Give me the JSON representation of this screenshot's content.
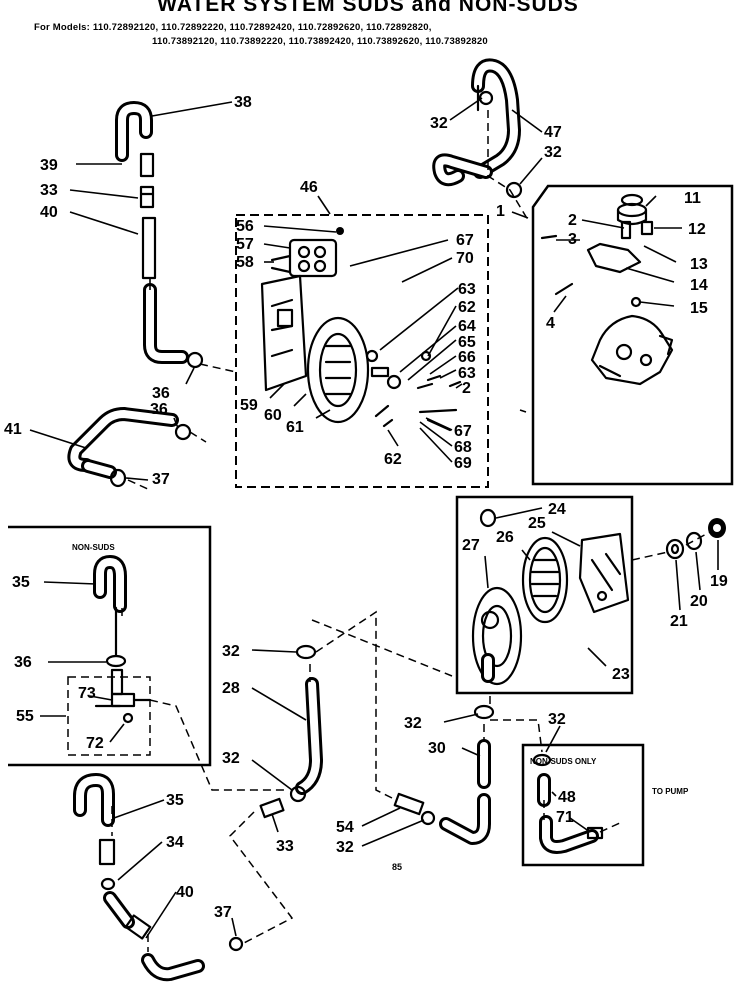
{
  "title": "WATER SYSTEM SUDS and NON-SUDS",
  "models_line1": "For Models: 110.72892120, 110.72892220, 110.72892420, 110.72892620, 110.72892820,",
  "models_line2": "110.73892120, 110.73892220, 110.73892420, 110.73892620, 110.73892820",
  "inset_labels": {
    "non_suds": "NON-SUDS",
    "non_suds_only": "NON-SUDS ONLY",
    "to_pump": "TO PUMP"
  },
  "page_number": "85",
  "callouts": {
    "c38": "38",
    "c39": "39",
    "c33a": "33",
    "c40a": "40",
    "c36a": "36",
    "c36b": "36",
    "c41": "41",
    "c37a": "37",
    "c46": "46",
    "c56a": "56",
    "c57": "57",
    "c58": "58",
    "c67a": "67",
    "c70": "70",
    "c63a": "63",
    "c62a": "62",
    "c64": "64",
    "c65": "65",
    "c66": "66",
    "c63b": "63",
    "c2b": "2",
    "c67b": "67",
    "c68": "68",
    "c69": "69",
    "c62b": "62",
    "c59": "59",
    "c60": "60",
    "c61": "61",
    "c32a": "32",
    "c47": "47",
    "c32b": "32",
    "c1": "1",
    "c11": "11",
    "c2": "2",
    "c12": "12",
    "c3": "3",
    "c13": "13",
    "c14": "14",
    "c15": "15",
    "c4": "4",
    "c24": "24",
    "c27": "27",
    "c26": "26",
    "c25": "25",
    "c23": "23",
    "c19": "19",
    "c20": "20",
    "c21": "21",
    "c35a": "35",
    "c36c": "36",
    "c73": "73",
    "c55": "55",
    "c72": "72",
    "c32c": "32",
    "c28": "28",
    "c32d": "32",
    "c33b": "33",
    "c35b": "35",
    "c34": "34",
    "c40b": "40",
    "c37b": "37",
    "c54": "54",
    "c32e": "32",
    "c32f": "32",
    "c30": "30",
    "c32g": "32",
    "c48": "48",
    "c71": "71"
  }
}
